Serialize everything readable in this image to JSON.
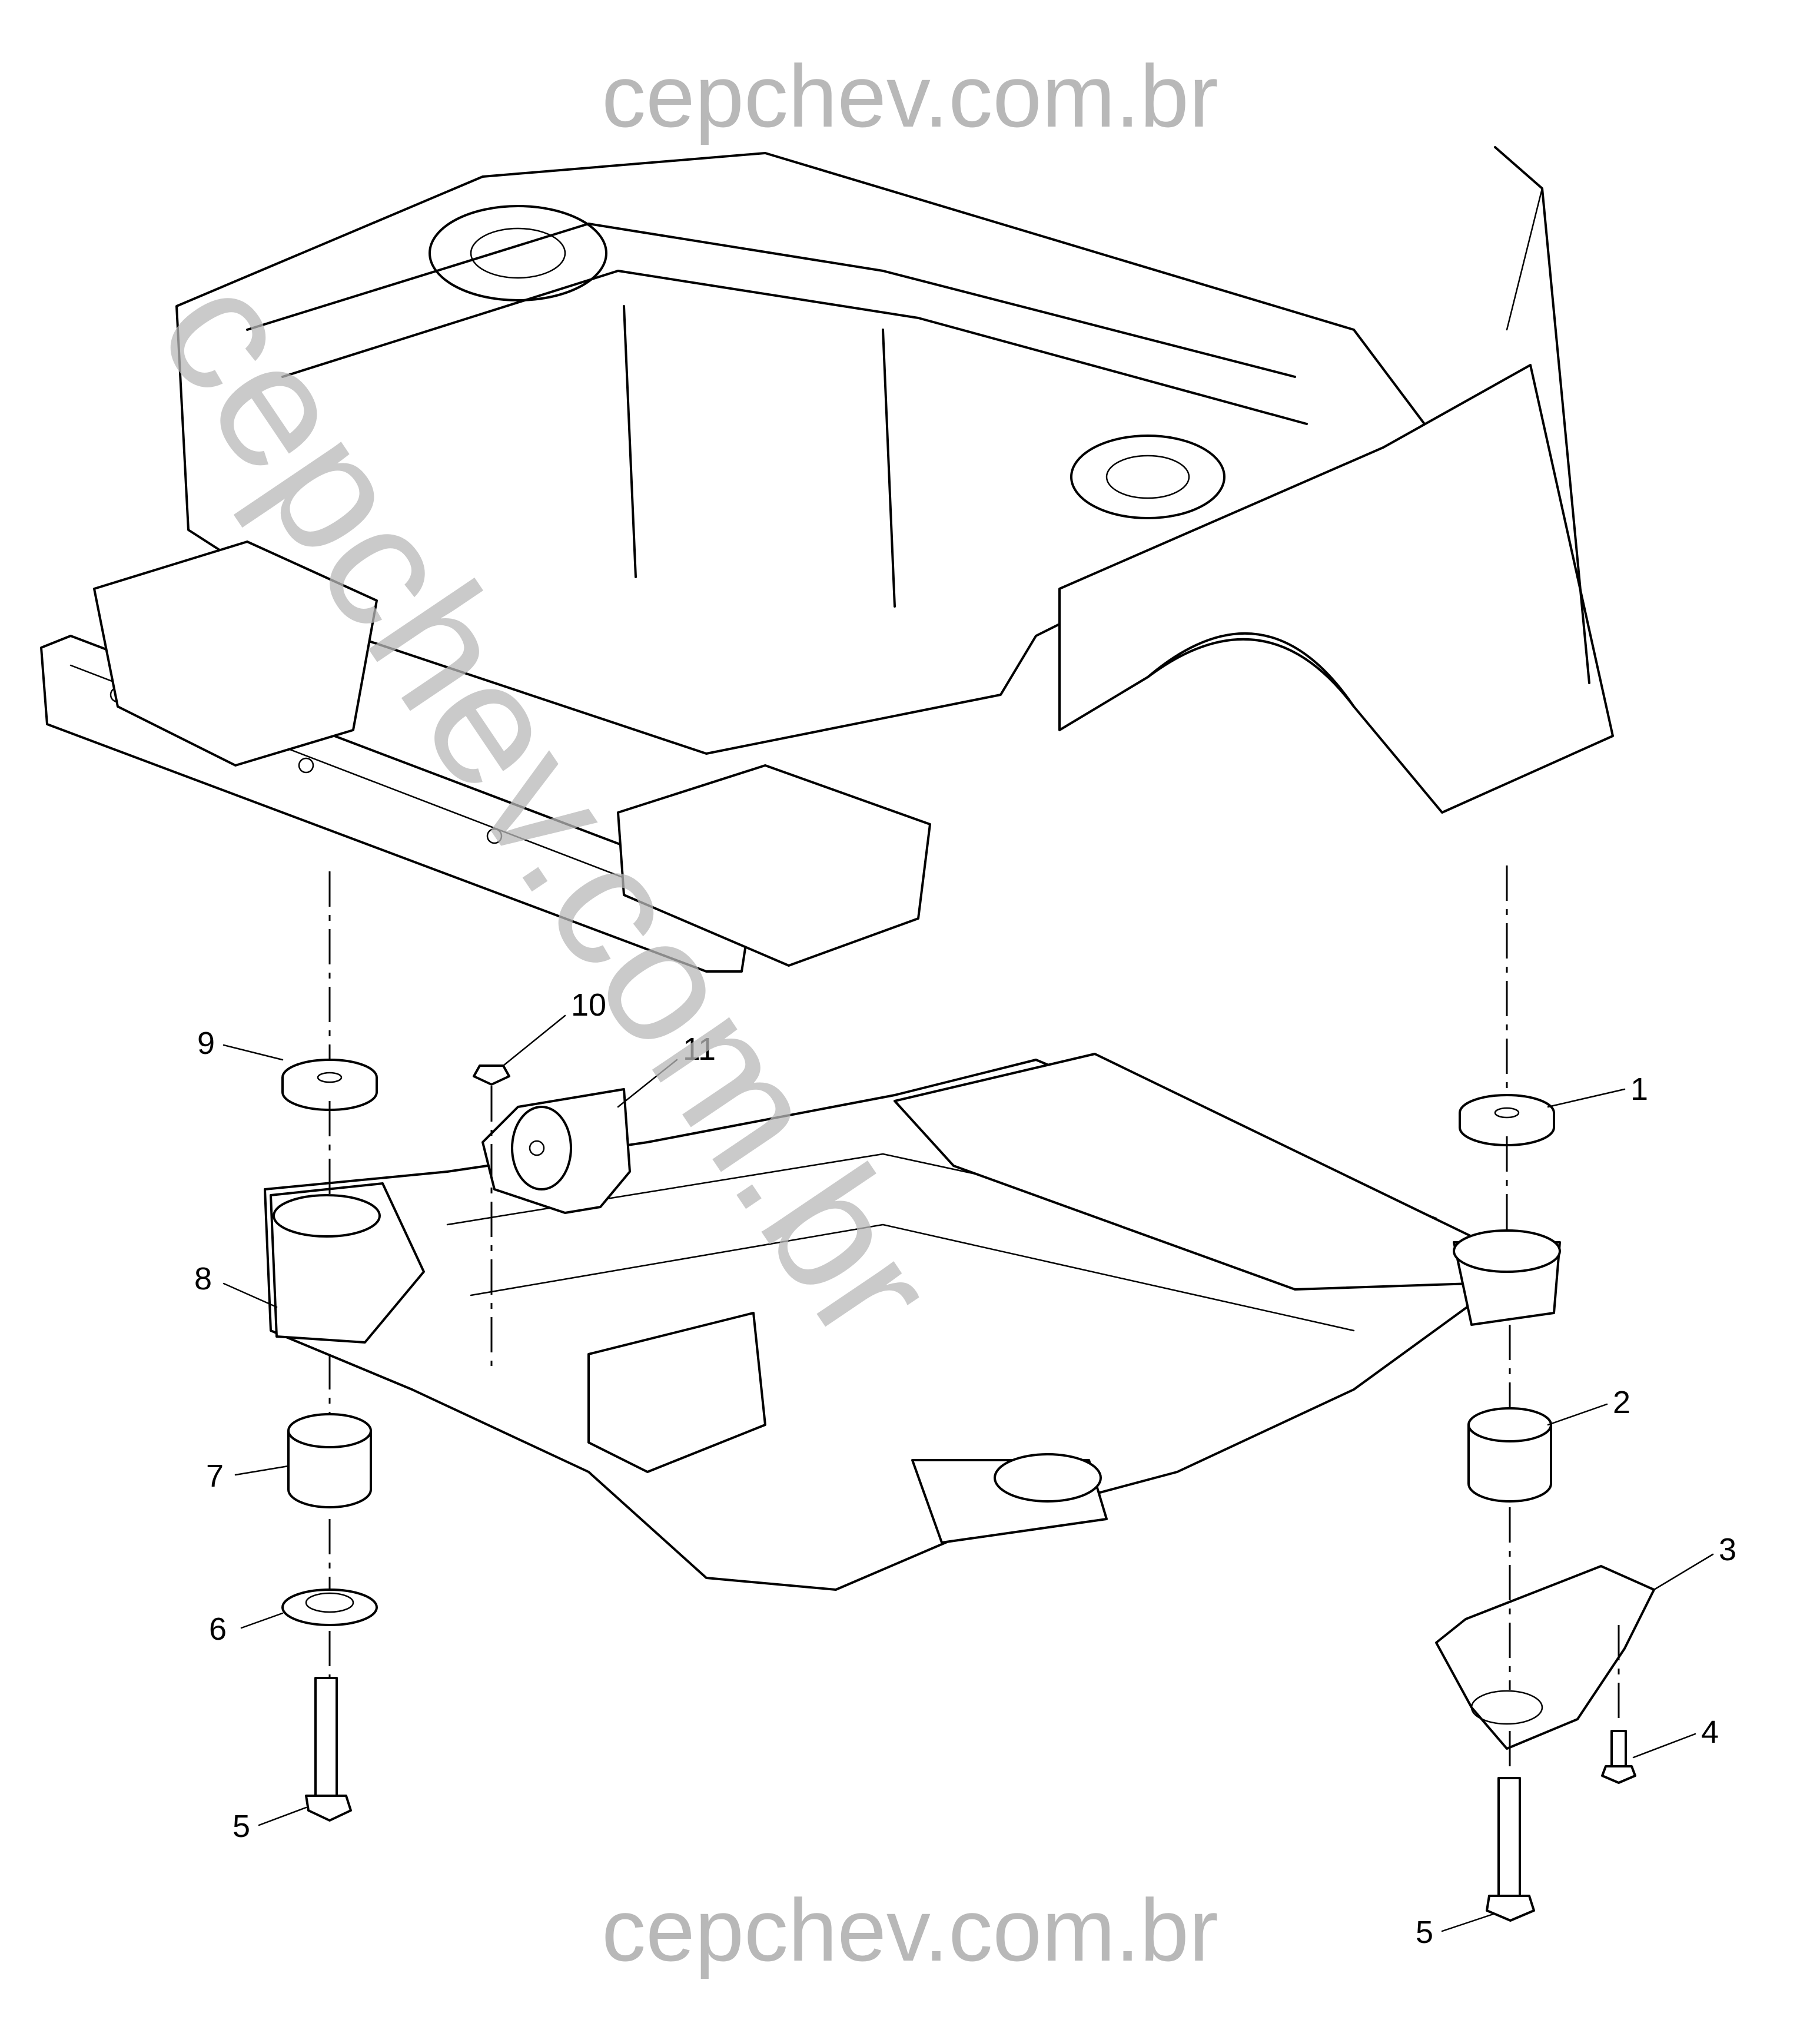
{
  "watermarks": {
    "top": "cepchev.com.br",
    "bottom": "cepchev.com.br",
    "diagonal": "cepchev.com.br"
  },
  "callouts": [
    {
      "id": "1",
      "label": "1"
    },
    {
      "id": "2",
      "label": "2"
    },
    {
      "id": "3",
      "label": "3"
    },
    {
      "id": "4",
      "label": "4"
    },
    {
      "id": "5a",
      "label": "5"
    },
    {
      "id": "5b",
      "label": "5"
    },
    {
      "id": "6",
      "label": "6"
    },
    {
      "id": "7",
      "label": "7"
    },
    {
      "id": "8",
      "label": "8"
    },
    {
      "id": "9",
      "label": "9"
    },
    {
      "id": "10",
      "label": "10"
    },
    {
      "id": "11",
      "label": "11"
    }
  ]
}
